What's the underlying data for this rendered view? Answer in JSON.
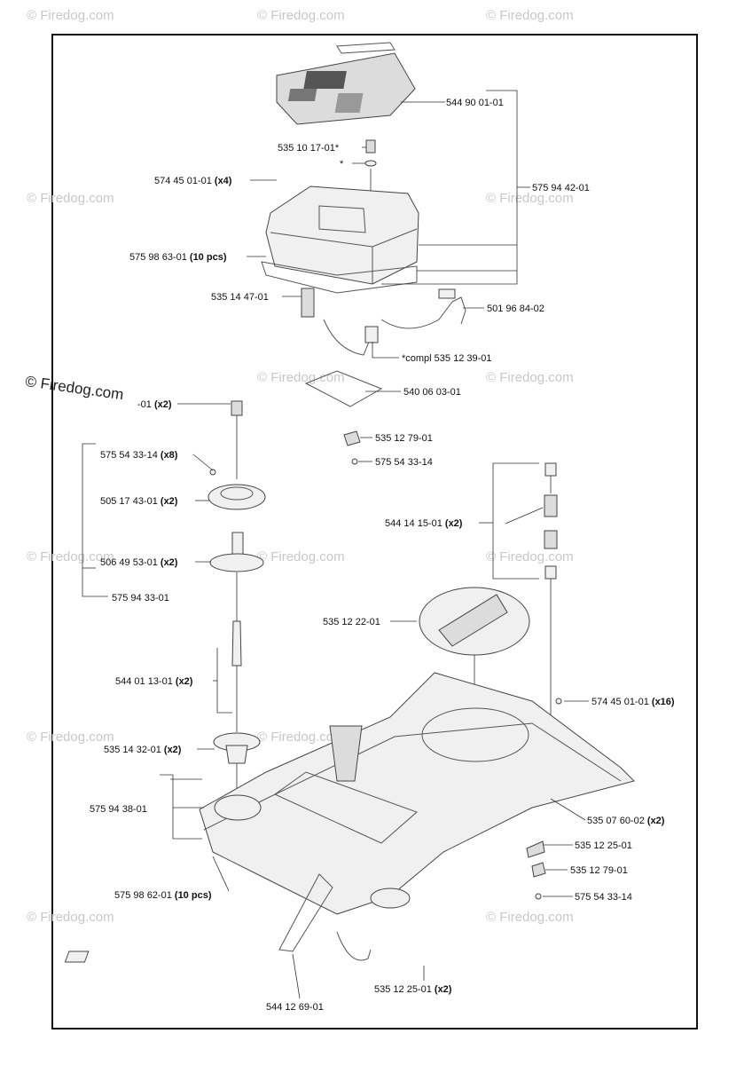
{
  "watermark": "© Firedog.com",
  "copyright_label": "© Firedog.com",
  "labels": {
    "p1": {
      "num": "544 90 01-01",
      "qty": ""
    },
    "p2": {
      "num": "535 10 17-01*",
      "qty": ""
    },
    "p3": {
      "num": "*",
      "qty": ""
    },
    "p4": {
      "num": "574 45 01-01",
      "qty": "(x4)"
    },
    "p5": {
      "num": "575 94 42-01",
      "qty": ""
    },
    "p6": {
      "num": "575 98 63-01",
      "qty": "(10 pcs)"
    },
    "p7": {
      "num": "535 14 47-01",
      "qty": ""
    },
    "p8": {
      "num": "501 96 84-02",
      "qty": ""
    },
    "p9": {
      "num": "*compl 535 12 39-01",
      "qty": ""
    },
    "p10": {
      "num": "540 06 03-01",
      "qty": ""
    },
    "p11": {
      "num": "535 12 79-01",
      "qty": ""
    },
    "p12": {
      "num": "575 54 33-14",
      "qty": ""
    },
    "p13": {
      "num": "-01",
      "qty": "(x2)"
    },
    "p14": {
      "num": "575 54 33-14",
      "qty": "(x8)"
    },
    "p15": {
      "num": "505 17 43-01",
      "qty": "(x2)"
    },
    "p16": {
      "num": "506 49 53-01",
      "qty": "(x2)"
    },
    "p17": {
      "num": "575 94 33-01",
      "qty": ""
    },
    "p18": {
      "num": "544 14 15-01",
      "qty": "(x2)"
    },
    "p19": {
      "num": "535 12 22-01",
      "qty": ""
    },
    "p20": {
      "num": "544 01 13-01",
      "qty": "(x2)"
    },
    "p21": {
      "num": "574 45 01-01",
      "qty": "(x16)"
    },
    "p22": {
      "num": "535 14 32-01",
      "qty": "(x2)"
    },
    "p23": {
      "num": "575 94 38-01",
      "qty": ""
    },
    "p24": {
      "num": "535 07 60-02",
      "qty": "(x2)"
    },
    "p25": {
      "num": "535 12 25-01",
      "qty": ""
    },
    "p26": {
      "num": "535 12 79-01",
      "qty": ""
    },
    "p27": {
      "num": "575 98 62-01",
      "qty": "(10 pcs)"
    },
    "p28": {
      "num": "575 54 33-14",
      "qty": ""
    },
    "p29": {
      "num": "544 12 69-01",
      "qty": ""
    },
    "p30": {
      "num": "535 12 25-01",
      "qty": "(x2)"
    }
  }
}
